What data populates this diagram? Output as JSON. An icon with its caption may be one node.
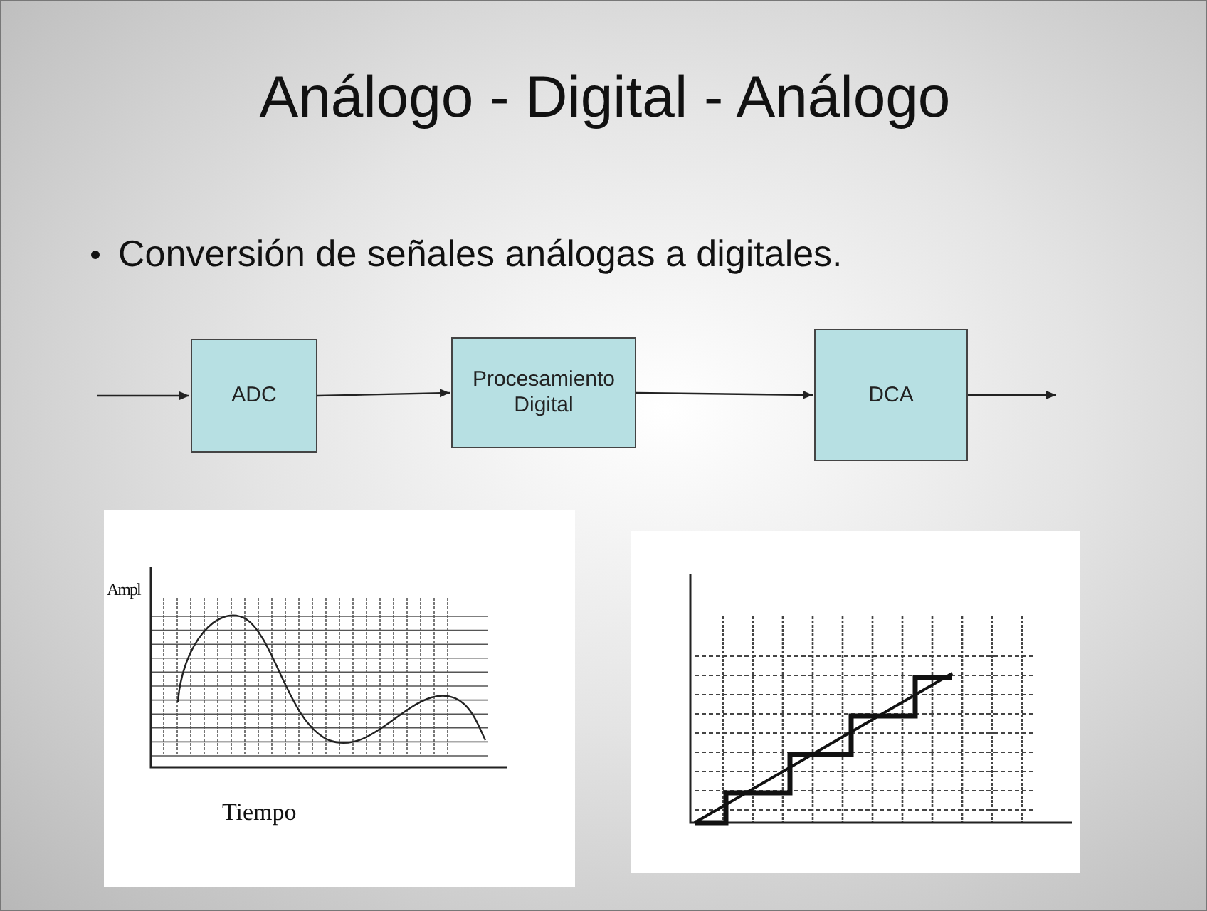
{
  "diagram": {
    "title": "Análogo - Digital - Análogo",
    "nodes": [
      {
        "text": [
          "ADC"
        ]
      },
      {
        "text": [
          "Procesamiento Digital"
        ]
      },
      {
        "text": [
          "DCA"
        ]
      }
    ],
    "edges": [
      {
        "from": null,
        "to": 0,
        "arrow": "to"
      },
      {
        "from": 0,
        "to": 1,
        "arrow": "to"
      },
      {
        "from": 1,
        "to": 2,
        "arrow": "to"
      },
      {
        "from": 2,
        "to": null,
        "arrow": "to"
      }
    ],
    "labels": [
      "Conversión de señales análogas a digitales.",
      "Ampl",
      "Tiempo"
    ]
  }
}
